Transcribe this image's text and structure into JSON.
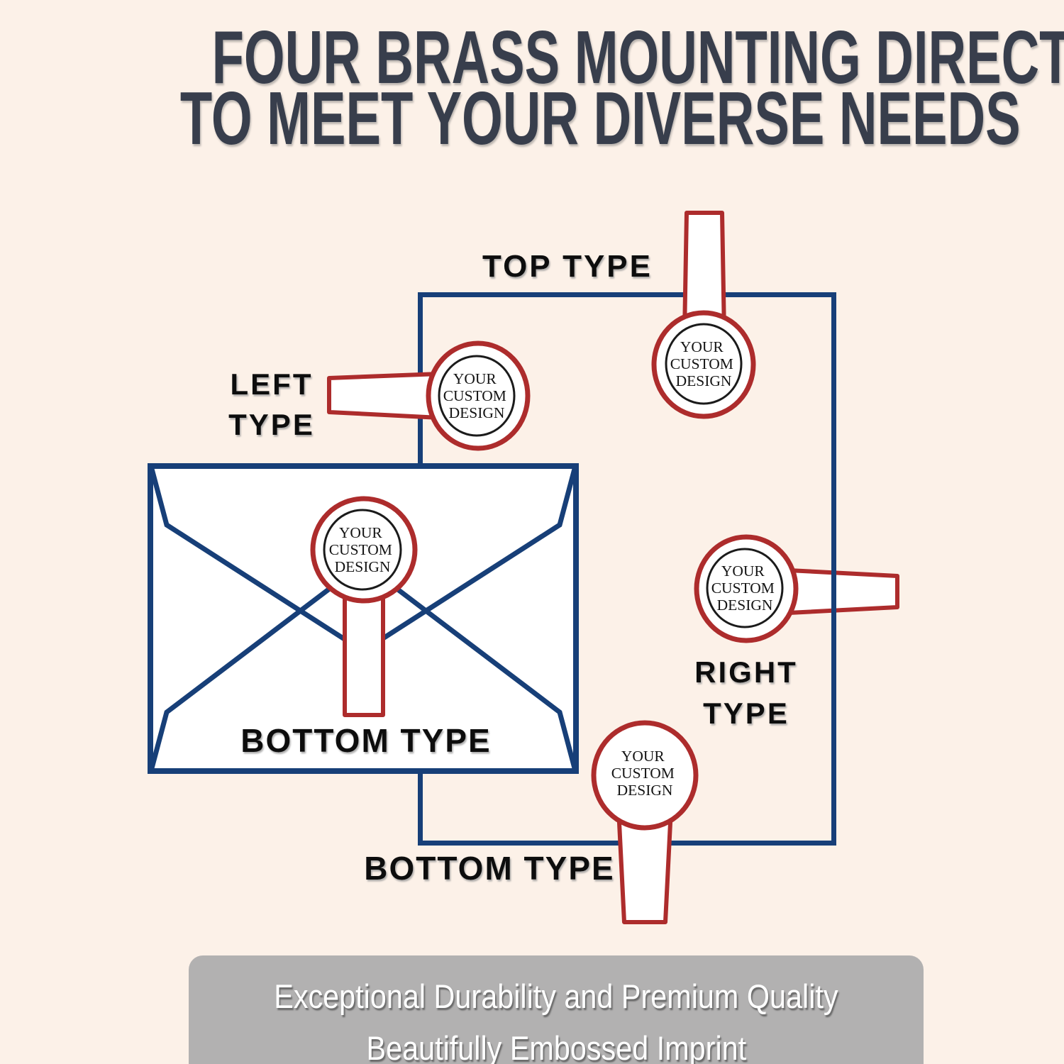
{
  "title": {
    "line1": "FOUR BRASS MOUNTING DIRECTIONS",
    "line2": "TO MEET YOUR DIVERSE NEEDS"
  },
  "diagram": {
    "labels": {
      "top_type": "TOP TYPE",
      "left_type": [
        "LEFT",
        "TYPE"
      ],
      "right_type": [
        "RIGHT",
        "TYPE"
      ],
      "envelope_bottom_type": "BOTTOM TYPE",
      "square_bottom_type": "BOTTOM TYPE"
    },
    "stamp": {
      "line1": "YOUR",
      "line2": "CUSTOM",
      "line3": "DESIGN"
    },
    "colors": {
      "background": "#fcf1e8",
      "outline_navy": "#173f78",
      "stamp_red": "#ad2c2c",
      "label_black": "#0d0d0d",
      "title_color": "#383e4c",
      "banner_gray": "#b2b1b1",
      "banner_text": "#ffffff"
    }
  },
  "banner": {
    "line1": "Exceptional Durability and Premium Quality",
    "line2": "Beautifully Embossed Imprint"
  }
}
